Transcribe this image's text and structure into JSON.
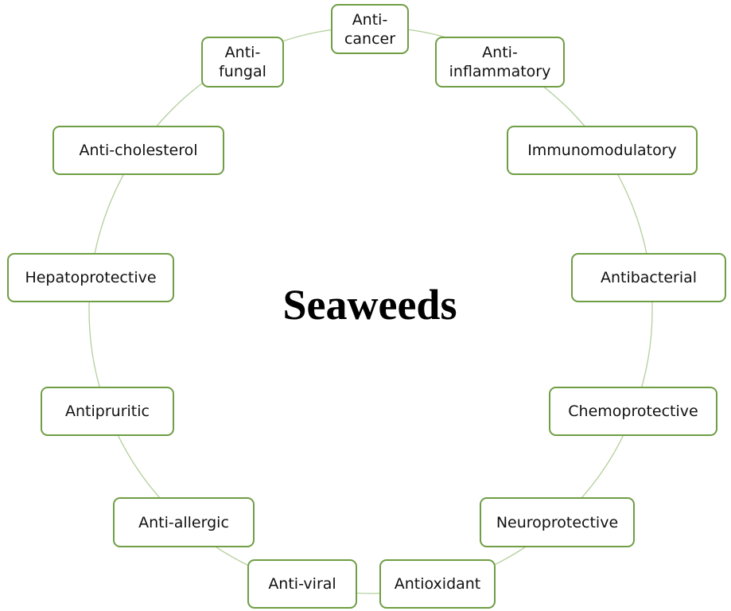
{
  "center_label": "Seaweeds",
  "colors": {
    "box_border": "#6f9e44",
    "ring": "#b3cf9c"
  },
  "properties": [
    {
      "id": "anti-cancer",
      "label": "Anti-\ncancer"
    },
    {
      "id": "anti-inflammatory",
      "label": "Anti-\ninflammatory"
    },
    {
      "id": "immunomodulatory",
      "label": "Immunomodulatory"
    },
    {
      "id": "antibacterial",
      "label": "Antibacterial"
    },
    {
      "id": "chemoprotective",
      "label": "Chemoprotective"
    },
    {
      "id": "neuroprotective",
      "label": "Neuroprotective"
    },
    {
      "id": "antioxidant",
      "label": "Antioxidant"
    },
    {
      "id": "anti-viral",
      "label": "Anti-viral"
    },
    {
      "id": "anti-allergic",
      "label": "Anti-allergic"
    },
    {
      "id": "antipruritic",
      "label": "Antipruritic"
    },
    {
      "id": "hepatoprotective",
      "label": "Hepatoprotective"
    },
    {
      "id": "anti-cholesterol",
      "label": "Anti-cholesterol"
    },
    {
      "id": "anti-fungal",
      "label": "Anti-\nfungal"
    }
  ]
}
